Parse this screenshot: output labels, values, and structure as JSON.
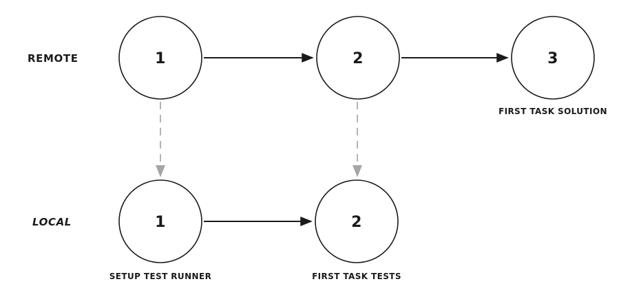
{
  "diagram": {
    "title": "remote-local git branch graph",
    "colors": {
      "background": "#ffffff",
      "node_stroke": "#1a1a1a",
      "solid_edge": "#1a1a1a",
      "dashed_edge": "#b3b3b3"
    },
    "rows": [
      {
        "id": "remote",
        "label": "REMOTE"
      },
      {
        "id": "local",
        "label": "LOCAL"
      }
    ],
    "nodes": [
      {
        "id": "remote-1",
        "row": "remote",
        "number": "1",
        "caption": ""
      },
      {
        "id": "remote-2",
        "row": "remote",
        "number": "2",
        "caption": ""
      },
      {
        "id": "remote-3",
        "row": "remote",
        "number": "3",
        "caption": "FIRST TASK SOLUTION"
      },
      {
        "id": "local-1",
        "row": "local",
        "number": "1",
        "caption": "SETUP TEST RUNNER"
      },
      {
        "id": "local-2",
        "row": "local",
        "number": "2",
        "caption": "FIRST TASK TESTS"
      }
    ],
    "edges": [
      {
        "from": "remote-1",
        "to": "remote-2",
        "style": "solid"
      },
      {
        "from": "remote-2",
        "to": "remote-3",
        "style": "solid"
      },
      {
        "from": "local-1",
        "to": "local-2",
        "style": "solid"
      },
      {
        "from": "remote-1",
        "to": "local-1",
        "style": "dashed"
      },
      {
        "from": "remote-2",
        "to": "local-2",
        "style": "dashed"
      }
    ]
  }
}
